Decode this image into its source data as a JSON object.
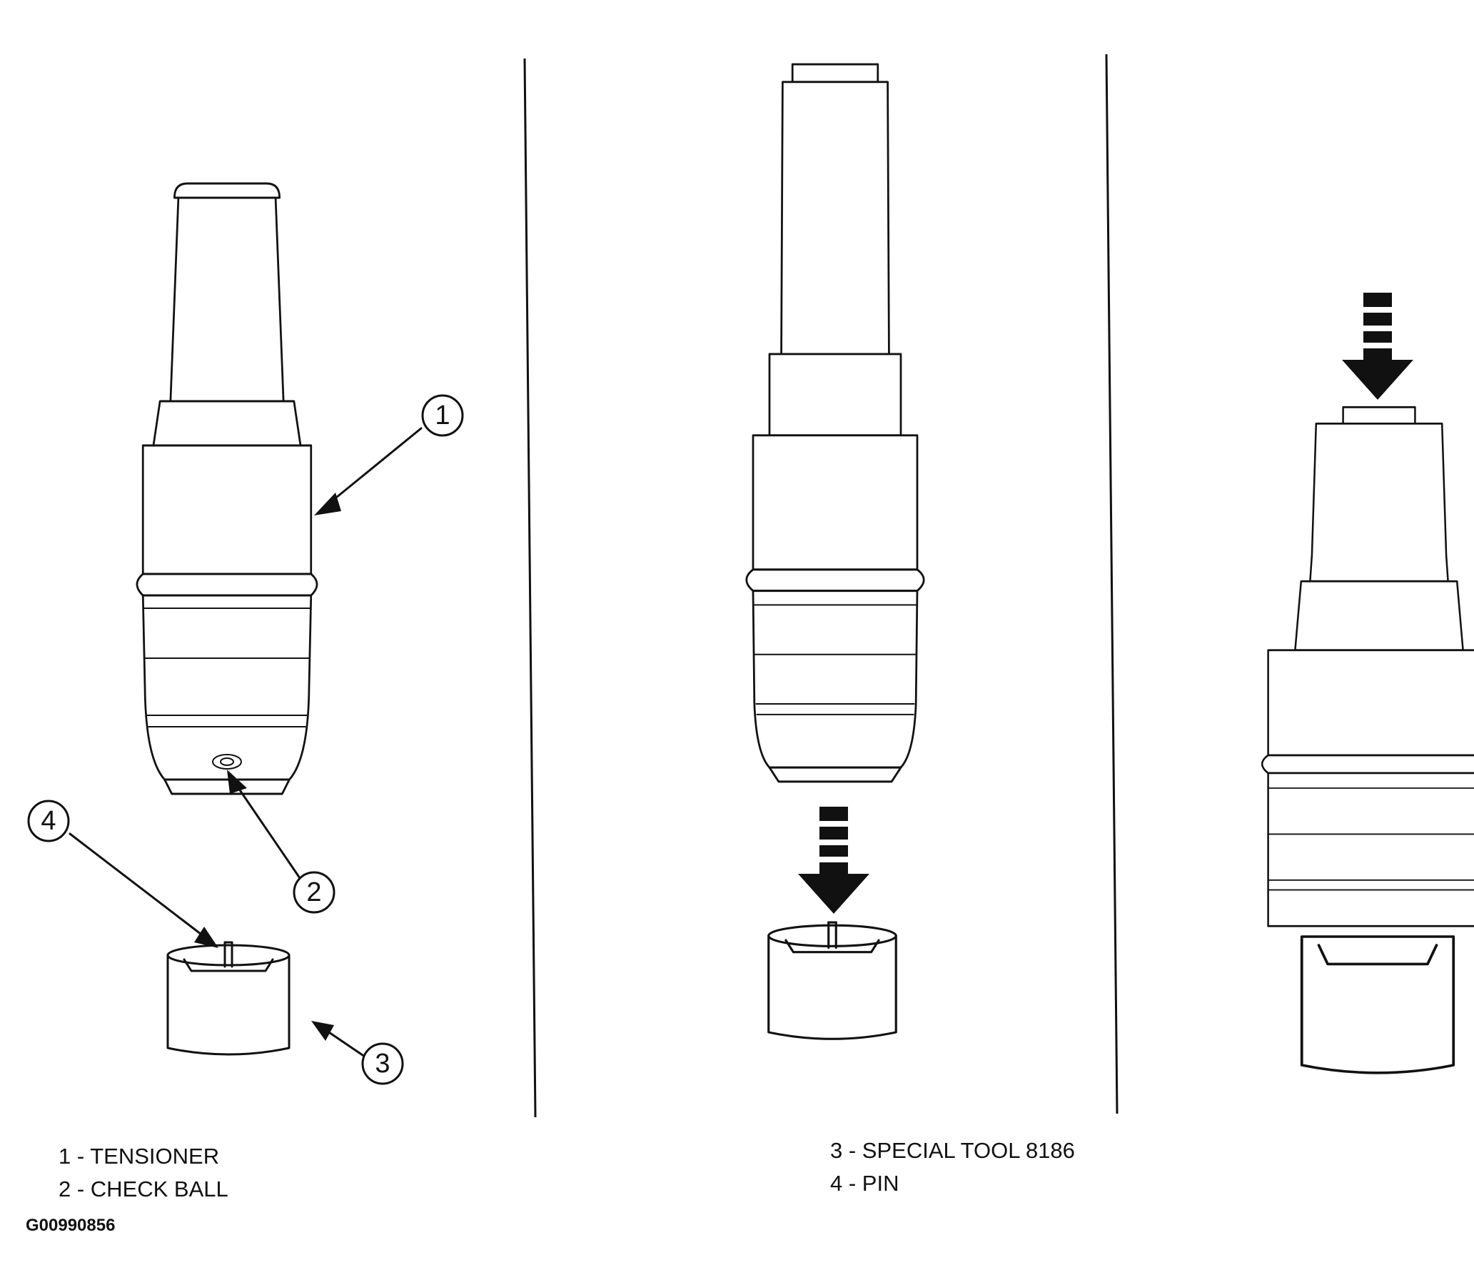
{
  "callouts": [
    {
      "num": "1",
      "label": "TENSIONER"
    },
    {
      "num": "2",
      "label": "CHECK BALL"
    },
    {
      "num": "3",
      "label": "SPECIAL TOOL 8186"
    },
    {
      "num": "4",
      "label": "PIN"
    }
  ],
  "legend": {
    "item1": "1 - TENSIONER",
    "item2": "2 - CHECK BALL",
    "item3": "3 - SPECIAL TOOL 8186",
    "item4": "4 - PIN"
  },
  "figure_code": "G00990856"
}
